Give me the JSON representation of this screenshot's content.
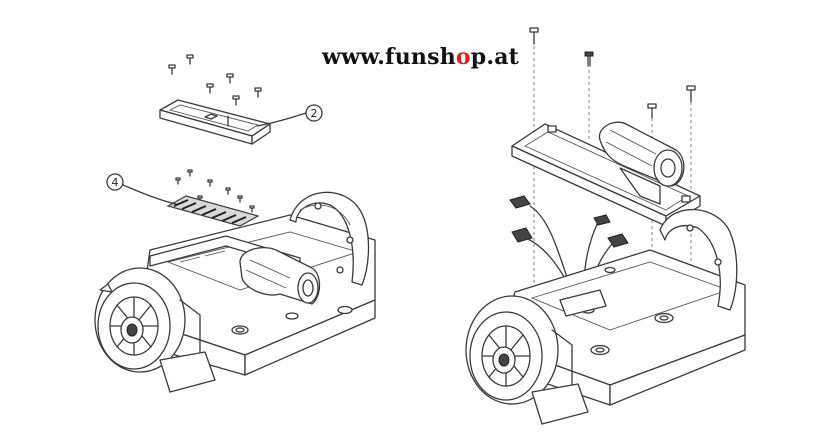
{
  "brand": {
    "prefix": "www.funsh",
    "o": "o",
    "suffix": "p.at"
  },
  "callouts": [
    {
      "label": "2"
    },
    {
      "label": "4"
    }
  ],
  "colors": {
    "accent": "#e0201b",
    "line": "#3a3a3a"
  }
}
